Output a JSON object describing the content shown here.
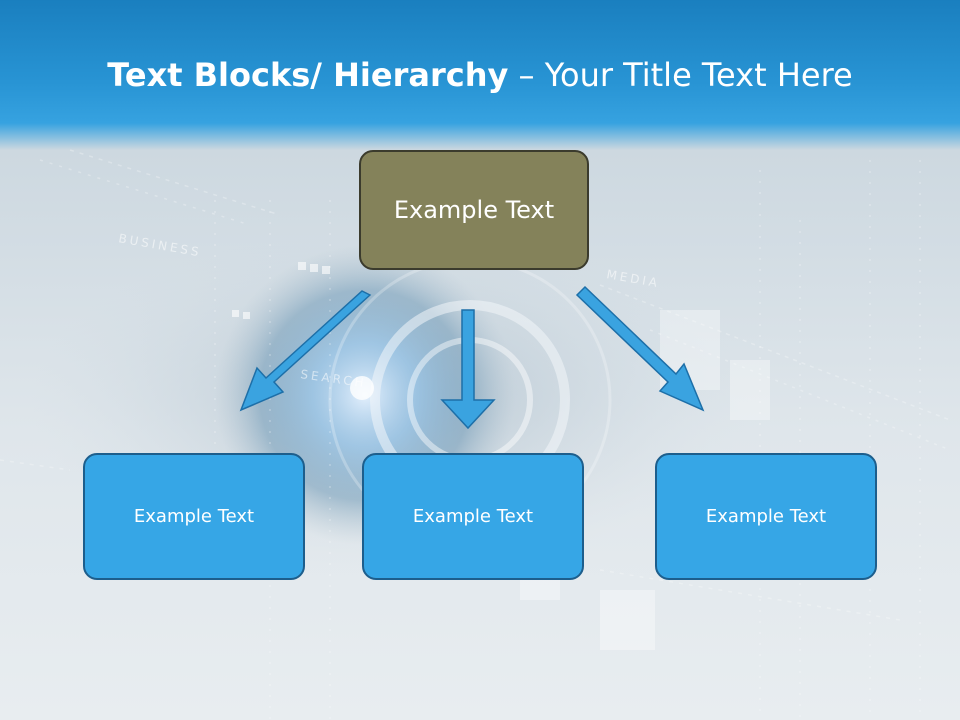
{
  "slide": {
    "title_bold": "Text Blocks/ Hierarchy",
    "title_rest": " – Your Title Text Here"
  },
  "background": {
    "labels": [
      "BUSINESS",
      "MEDIA",
      "SEARCH"
    ]
  },
  "hierarchy": {
    "top": "Example Text",
    "children": [
      "Example Text",
      "Example Text",
      "Example Text"
    ]
  },
  "colors": {
    "header": "#2894d4",
    "top_box": "#84825a",
    "child_box": "#36a6e6",
    "arrow": "#3aa3e0",
    "arrow_outline": "#1d6fa8"
  }
}
